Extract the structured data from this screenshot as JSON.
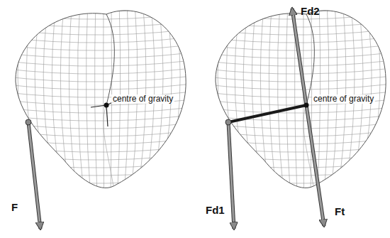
{
  "diagram": {
    "labels": [
      "centre of gravity",
      "F",
      "Fd2",
      "centre of gravity",
      "Fd1",
      "Ft"
    ]
  }
}
